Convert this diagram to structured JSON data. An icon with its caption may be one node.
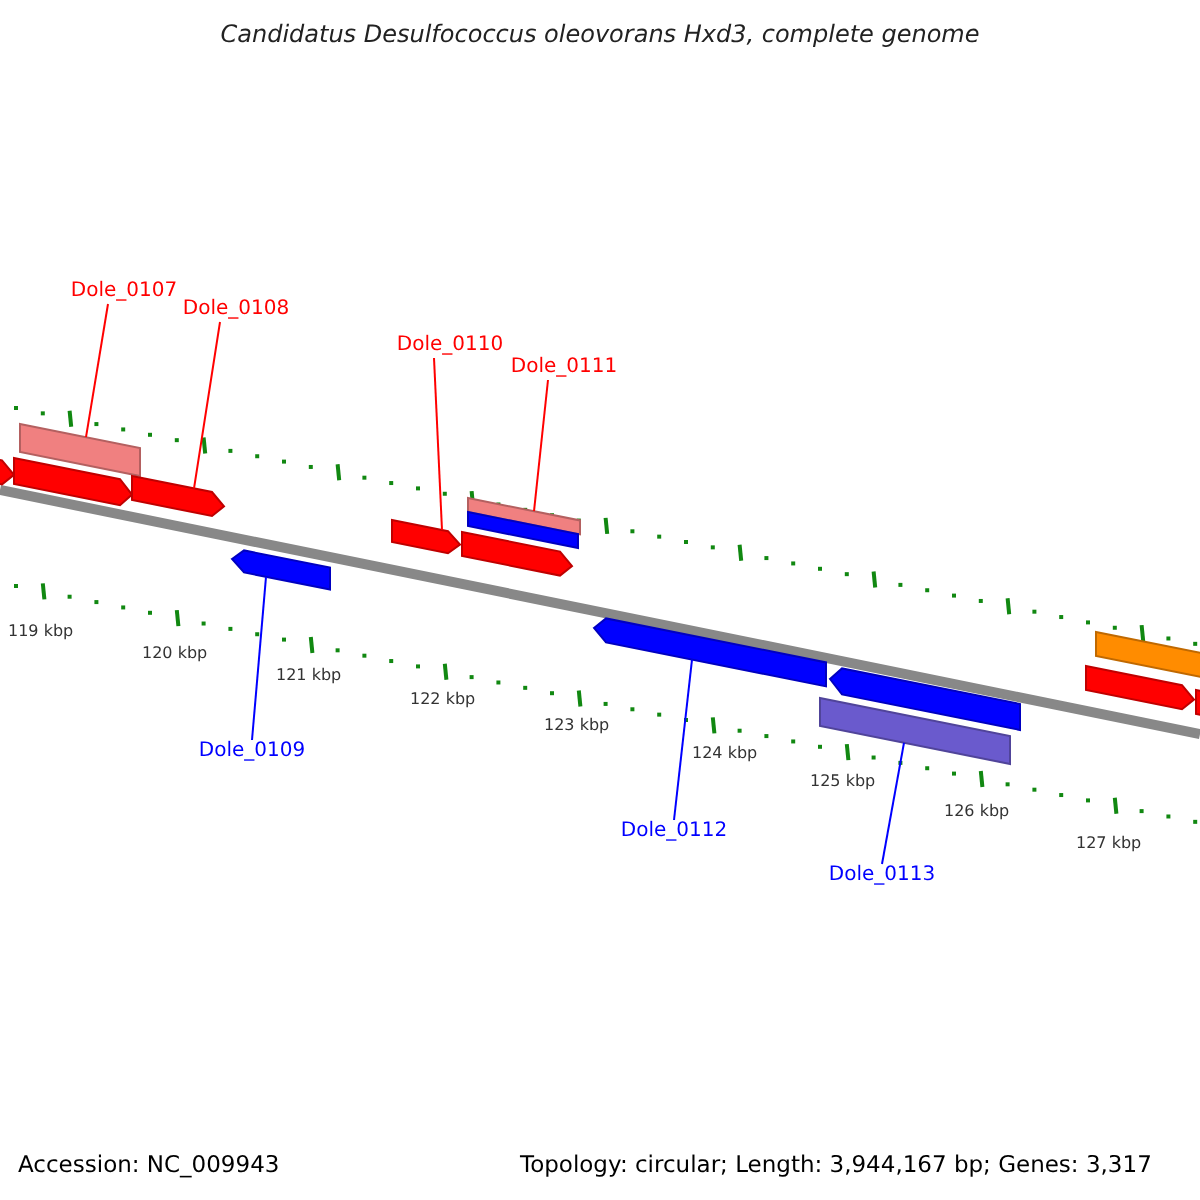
{
  "diagram": {
    "title": "Candidatus Desulfococcus oleovorans Hxd3, complete genome",
    "nodes": [
      {
        "text": [
          "Dole_0107"
        ]
      },
      {
        "text": [
          "Dole_0108"
        ]
      },
      {
        "text": [
          "Dole_0110"
        ]
      },
      {
        "text": [
          "Dole_0111"
        ]
      },
      {
        "text": [
          "Dole_0109"
        ]
      },
      {
        "text": [
          "Dole_0112"
        ]
      },
      {
        "text": [
          "Dole_0113"
        ]
      },
      {
        "text": [],
        "shape": "arrow"
      },
      {
        "text": [],
        "shape": "bar"
      },
      {
        "text": [],
        "shape": "arrow"
      },
      {
        "text": [],
        "shape": "arrow"
      },
      {
        "text": [],
        "shape": "arrow"
      },
      {
        "text": [],
        "shape": "arrow"
      },
      {
        "text": [],
        "shape": "bar"
      },
      {
        "text": [],
        "shape": "bar"
      },
      {
        "text": [],
        "shape": "arrow"
      },
      {
        "text": [],
        "shape": "arrow"
      },
      {
        "text": [],
        "shape": "arrow"
      },
      {
        "text": [],
        "shape": "bar"
      },
      {
        "text": [],
        "shape": "bar"
      },
      {
        "text": [],
        "shape": "arrow"
      },
      {
        "text": [],
        "shape": "arrow"
      }
    ],
    "edges": [
      {
        "from": 0,
        "to": 8,
        "arrow": "none"
      },
      {
        "from": 1,
        "to": 10,
        "arrow": "none"
      },
      {
        "from": 2,
        "to": 12,
        "arrow": "none"
      },
      {
        "from": 3,
        "to": 13,
        "arrow": "none"
      },
      {
        "from": 4,
        "to": 11,
        "arrow": "none",
        "color": "#0000ff"
      },
      {
        "from": 5,
        "to": 16,
        "arrow": "none",
        "color": "#0000ff"
      },
      {
        "from": 6,
        "to": 18,
        "arrow": "none",
        "color": "#0000ff"
      }
    ],
    "labels": [
      "119 kbp",
      "120 kbp",
      "121 kbp",
      "122 kbp",
      "123 kbp",
      "124 kbp",
      "125 kbp",
      "126 kbp",
      "127 kbp",
      "Accession: NC_009943",
      "Topology: circular; Length: 3,944,167 bp; Genes: 3,317"
    ]
  }
}
